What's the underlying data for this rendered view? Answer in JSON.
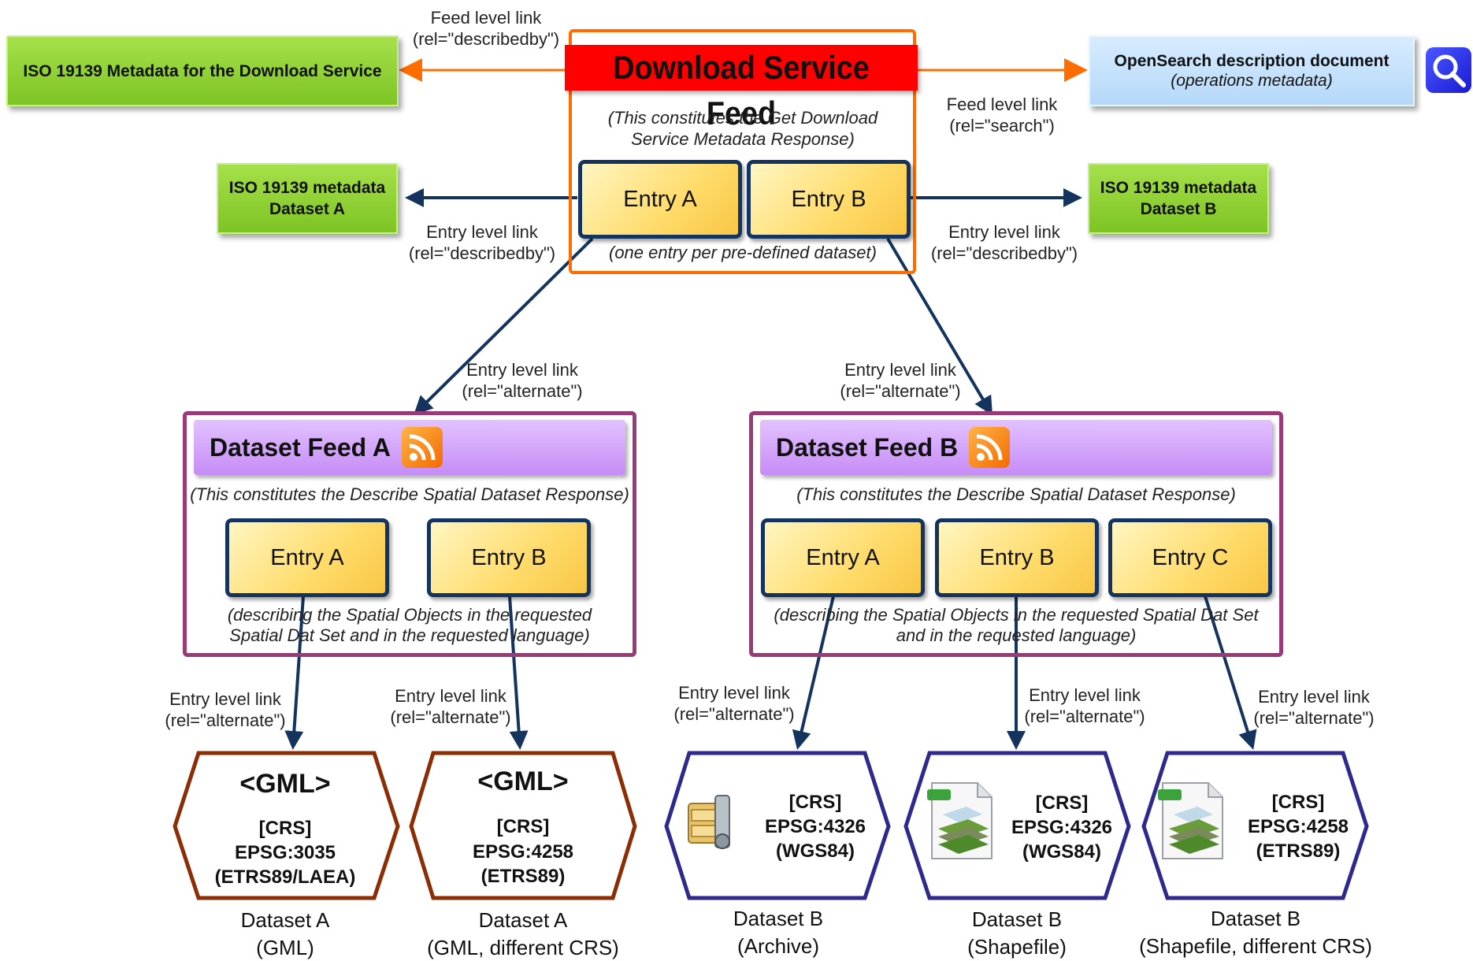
{
  "main_feed": {
    "title": "Download Service Feed",
    "note_line1": "(This constitutes the Get Download",
    "note_line2": "Service Metadata Response)",
    "entry_a": "Entry A",
    "entry_b": "Entry B",
    "entry_note": "(one entry per pre-defined dataset)"
  },
  "service_metadata": {
    "label": "ISO 19139 Metadata for the Download Service"
  },
  "opensearch": {
    "line1": "OpenSearch description document",
    "line2": "(operations metadata)",
    "icon": "search-icon"
  },
  "meta_a": {
    "line1": "ISO 19139 metadata",
    "line2": "Dataset A"
  },
  "meta_b": {
    "line1": "ISO 19139 metadata",
    "line2": "Dataset B"
  },
  "links": {
    "feed_describedby": {
      "line1": "Feed level link",
      "line2": "(rel=\"describedby\")"
    },
    "feed_search": {
      "line1": "Feed level link",
      "line2": "(rel=\"search\")"
    },
    "entry_describedby_a": {
      "line1": "Entry level link",
      "line2": "(rel=\"describedby\")"
    },
    "entry_describedby_b": {
      "line1": "Entry level link",
      "line2": "(rel=\"describedby\")"
    },
    "alternate_a": {
      "line1": "Entry level link",
      "line2": "(rel=\"alternate\")"
    },
    "alternate_b": {
      "line1": "Entry level link",
      "line2": "(rel=\"alternate\")"
    },
    "alt_a1": {
      "line1": "Entry level link",
      "line2": "(rel=\"alternate\")"
    },
    "alt_a2": {
      "line1": "Entry level link",
      "line2": "(rel=\"alternate\")"
    },
    "alt_b1": {
      "line1": "Entry level link",
      "line2": "(rel=\"alternate\")"
    },
    "alt_b2": {
      "line1": "Entry level link",
      "line2": "(rel=\"alternate\")"
    },
    "alt_b3": {
      "line1": "Entry level link",
      "line2": "(rel=\"alternate\")"
    }
  },
  "feed_a": {
    "title": "Dataset Feed A",
    "note": "(This constitutes the Describe Spatial Dataset Response)",
    "entry_a": "Entry A",
    "entry_b": "Entry B",
    "desc_line1": "(describing the Spatial Objects in the requested",
    "desc_line2": "Spatial Dat Set and in the requested language)"
  },
  "feed_b": {
    "title": "Dataset Feed B",
    "note": "(This constitutes the Describe Spatial Dataset Response)",
    "entry_a": "Entry A",
    "entry_b": "Entry B",
    "entry_c": "Entry C",
    "desc_line1": "(describing the Spatial Objects in the requested Spatial Dat Set",
    "desc_line2": "and in the requested language)"
  },
  "datasets": [
    {
      "icon_text": "<GML>",
      "crs": "[CRS]",
      "code": "EPSG:3035",
      "datum": "(ETRS89/LAEA)",
      "name": "Dataset A",
      "format": "(GML)",
      "icon": "gml-icon"
    },
    {
      "icon_text": "<GML>",
      "crs": "[CRS]",
      "code": "EPSG:4258",
      "datum": "(ETRS89)",
      "name": "Dataset A",
      "format": "(GML, different CRS)",
      "icon": "gml-icon"
    },
    {
      "crs": "[CRS]",
      "code": "EPSG:4326",
      "datum": "(WGS84)",
      "name": "Dataset B",
      "format": "(Archive)",
      "icon": "archive-icon"
    },
    {
      "crs": "[CRS]",
      "code": "EPSG:4326",
      "datum": "(WGS84)",
      "name": "Dataset B",
      "format": "(Shapefile)",
      "icon": "shapefile-icon"
    },
    {
      "crs": "[CRS]",
      "code": "EPSG:4258",
      "datum": "(ETRS89)",
      "name": "Dataset B",
      "format": "(Shapefile, different CRS)",
      "icon": "shapefile-icon"
    }
  ],
  "colors": {
    "orange": "#ff6d00",
    "navy": "#14345e",
    "feed_frame": "#9a3a78",
    "gml_hex": "#8b2e06",
    "other_hex": "#2e2a8c",
    "red_title": "#ff0000"
  }
}
